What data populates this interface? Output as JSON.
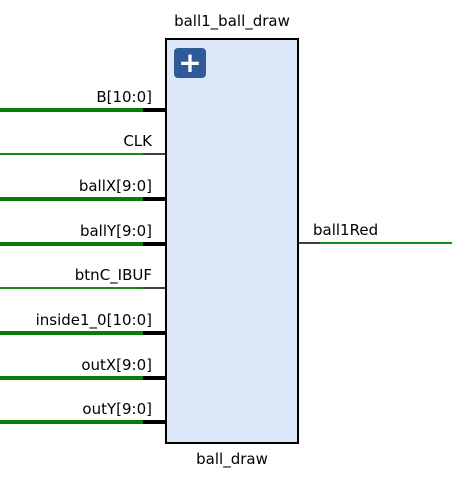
{
  "block": {
    "instance_name": "ball1_ball_draw",
    "module_name": "ball_draw",
    "expand_icon": "plus-icon"
  },
  "inputs": [
    {
      "label": "B[10:0]",
      "bus": true
    },
    {
      "label": "CLK",
      "bus": false
    },
    {
      "label": "ballX[9:0]",
      "bus": true
    },
    {
      "label": "ballY[9:0]",
      "bus": true
    },
    {
      "label": "btnC_IBUF",
      "bus": false
    },
    {
      "label": "inside1_0[10:0]",
      "bus": true
    },
    {
      "label": "outX[9:0]",
      "bus": true
    },
    {
      "label": "outY[9:0]",
      "bus": true
    }
  ],
  "outputs": [
    {
      "label": "ball1Red",
      "bus": false
    }
  ],
  "colors": {
    "wire": "#1a8a1a",
    "bus_wire": "#0a7a0a",
    "pin": "#000000",
    "block_fill": "#dce8f7",
    "expand_button": "#2f5a9a"
  }
}
